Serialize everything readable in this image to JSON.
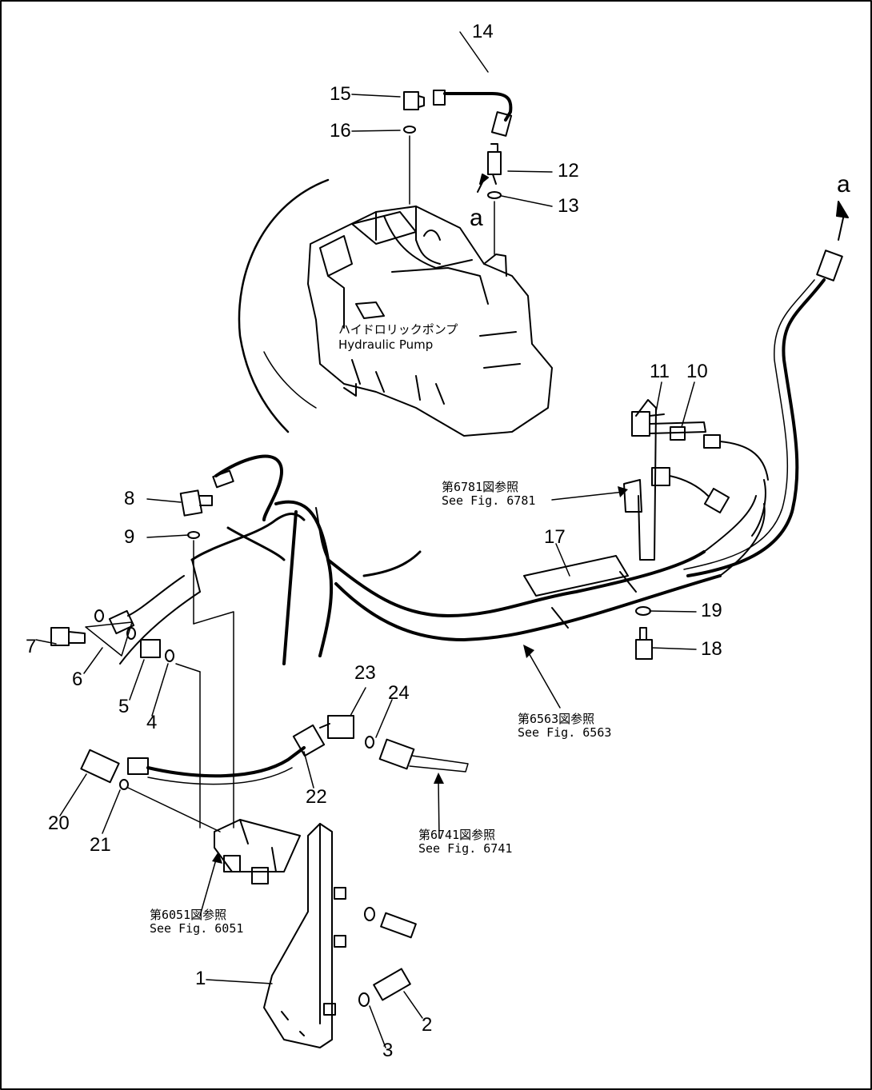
{
  "parts": {
    "p1": "1",
    "p2": "2",
    "p3": "3",
    "p4": "4",
    "p5": "5",
    "p6": "6",
    "p7": "7",
    "p8": "8",
    "p9": "9",
    "p10": "10",
    "p11": "11",
    "p12": "12",
    "p13": "13",
    "p14": "14",
    "p15": "15",
    "p16": "16",
    "p17": "17",
    "p18": "18",
    "p19": "19",
    "p20": "20",
    "p21": "21",
    "p22": "22",
    "p23": "23",
    "p24": "24"
  },
  "markers": {
    "a_left": "a",
    "a_right": "a"
  },
  "pump": {
    "jp": "ハイドロリックポンプ",
    "en": "Hydraulic Pump"
  },
  "refs": {
    "r6781_jp": "第6781図参照",
    "r6781_en": "See Fig. 6781",
    "r6563_jp": "第6563図参照",
    "r6563_en": "See Fig. 6563",
    "r6741_jp": "第6741図参照",
    "r6741_en": "See Fig. 6741",
    "r6051_jp": "第6051図参照",
    "r6051_en": "See Fig. 6051"
  },
  "colors": {
    "ink": "#000000",
    "paper": "#ffffff"
  }
}
